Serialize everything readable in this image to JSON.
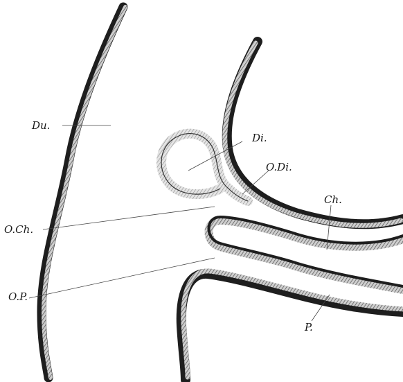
{
  "labels": {
    "du": "Du.",
    "di": "Di.",
    "odi": "O.Di.",
    "ch": "Ch.",
    "och": "O.Ch.",
    "op": "O.P.",
    "p": "P."
  },
  "colors": {
    "background": "#ffffff",
    "wall_dark": "#1e1e1e",
    "wall_hatch": "#7a7a7a",
    "leader": "#444444"
  }
}
